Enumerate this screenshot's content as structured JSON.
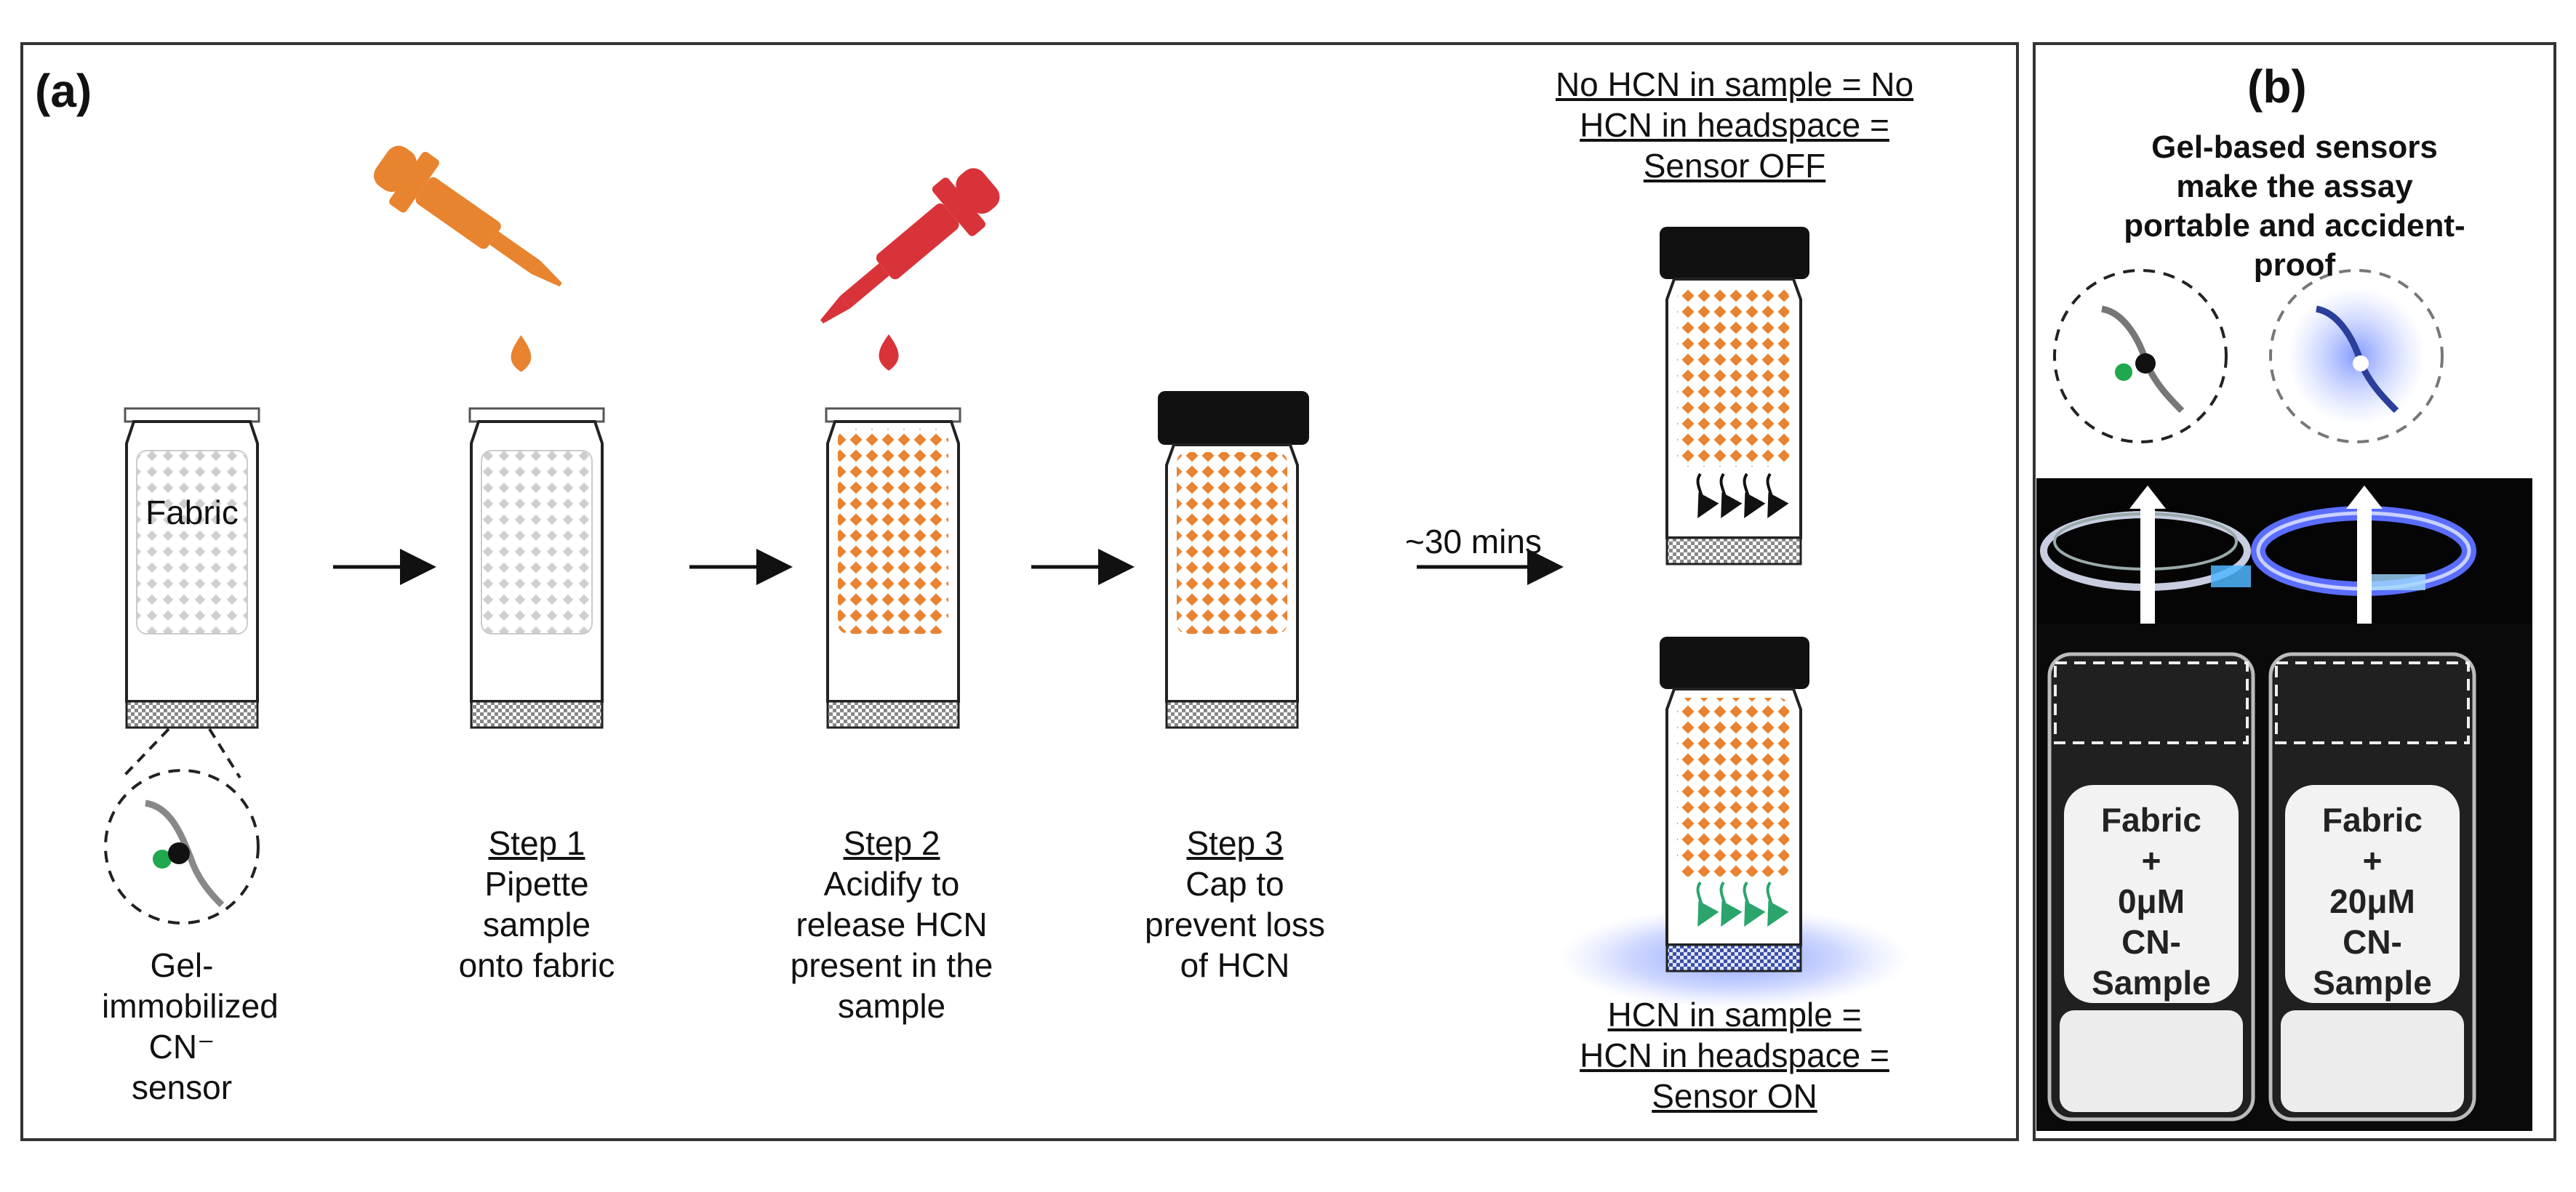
{
  "panel_a": {
    "tag": "(a)",
    "fabric_text": "Fabric",
    "sensor_caption": [
      "Gel-",
      "immobilized",
      "CN⁻ sensor"
    ],
    "steps": [
      {
        "title": "Step 1",
        "lines": [
          "Pipette sample",
          "onto fabric"
        ]
      },
      {
        "title": "Step 2",
        "lines": [
          "Acidify to",
          "release HCN",
          "present in the",
          "sample"
        ]
      },
      {
        "title": "Step 3",
        "lines": [
          "Cap to",
          "prevent loss",
          "of HCN"
        ]
      }
    ],
    "time_label": "~30 mins",
    "off_caption": [
      "No HCN in sample = No",
      "HCN in headspace =",
      "Sensor OFF"
    ],
    "on_caption": [
      "HCN in sample =",
      "HCN in headspace =",
      "Sensor ON"
    ]
  },
  "panel_b": {
    "tag": "(b)",
    "caption": [
      "Gel-based sensors",
      "make the assay",
      "portable and accident-",
      "proof"
    ],
    "vial_left_text": [
      "Fabric",
      "+",
      "0μM",
      "CN-",
      "Sample"
    ],
    "vial_right_text": [
      "Fabric",
      "+",
      "20μM",
      "CN-",
      "Sample"
    ]
  },
  "colors": {
    "orange": "#E8832F",
    "red": "#D9333A",
    "sensor_glow": "#4A6BFF",
    "green_dot": "#1FA84D",
    "green_arrow": "#2BA56B"
  }
}
